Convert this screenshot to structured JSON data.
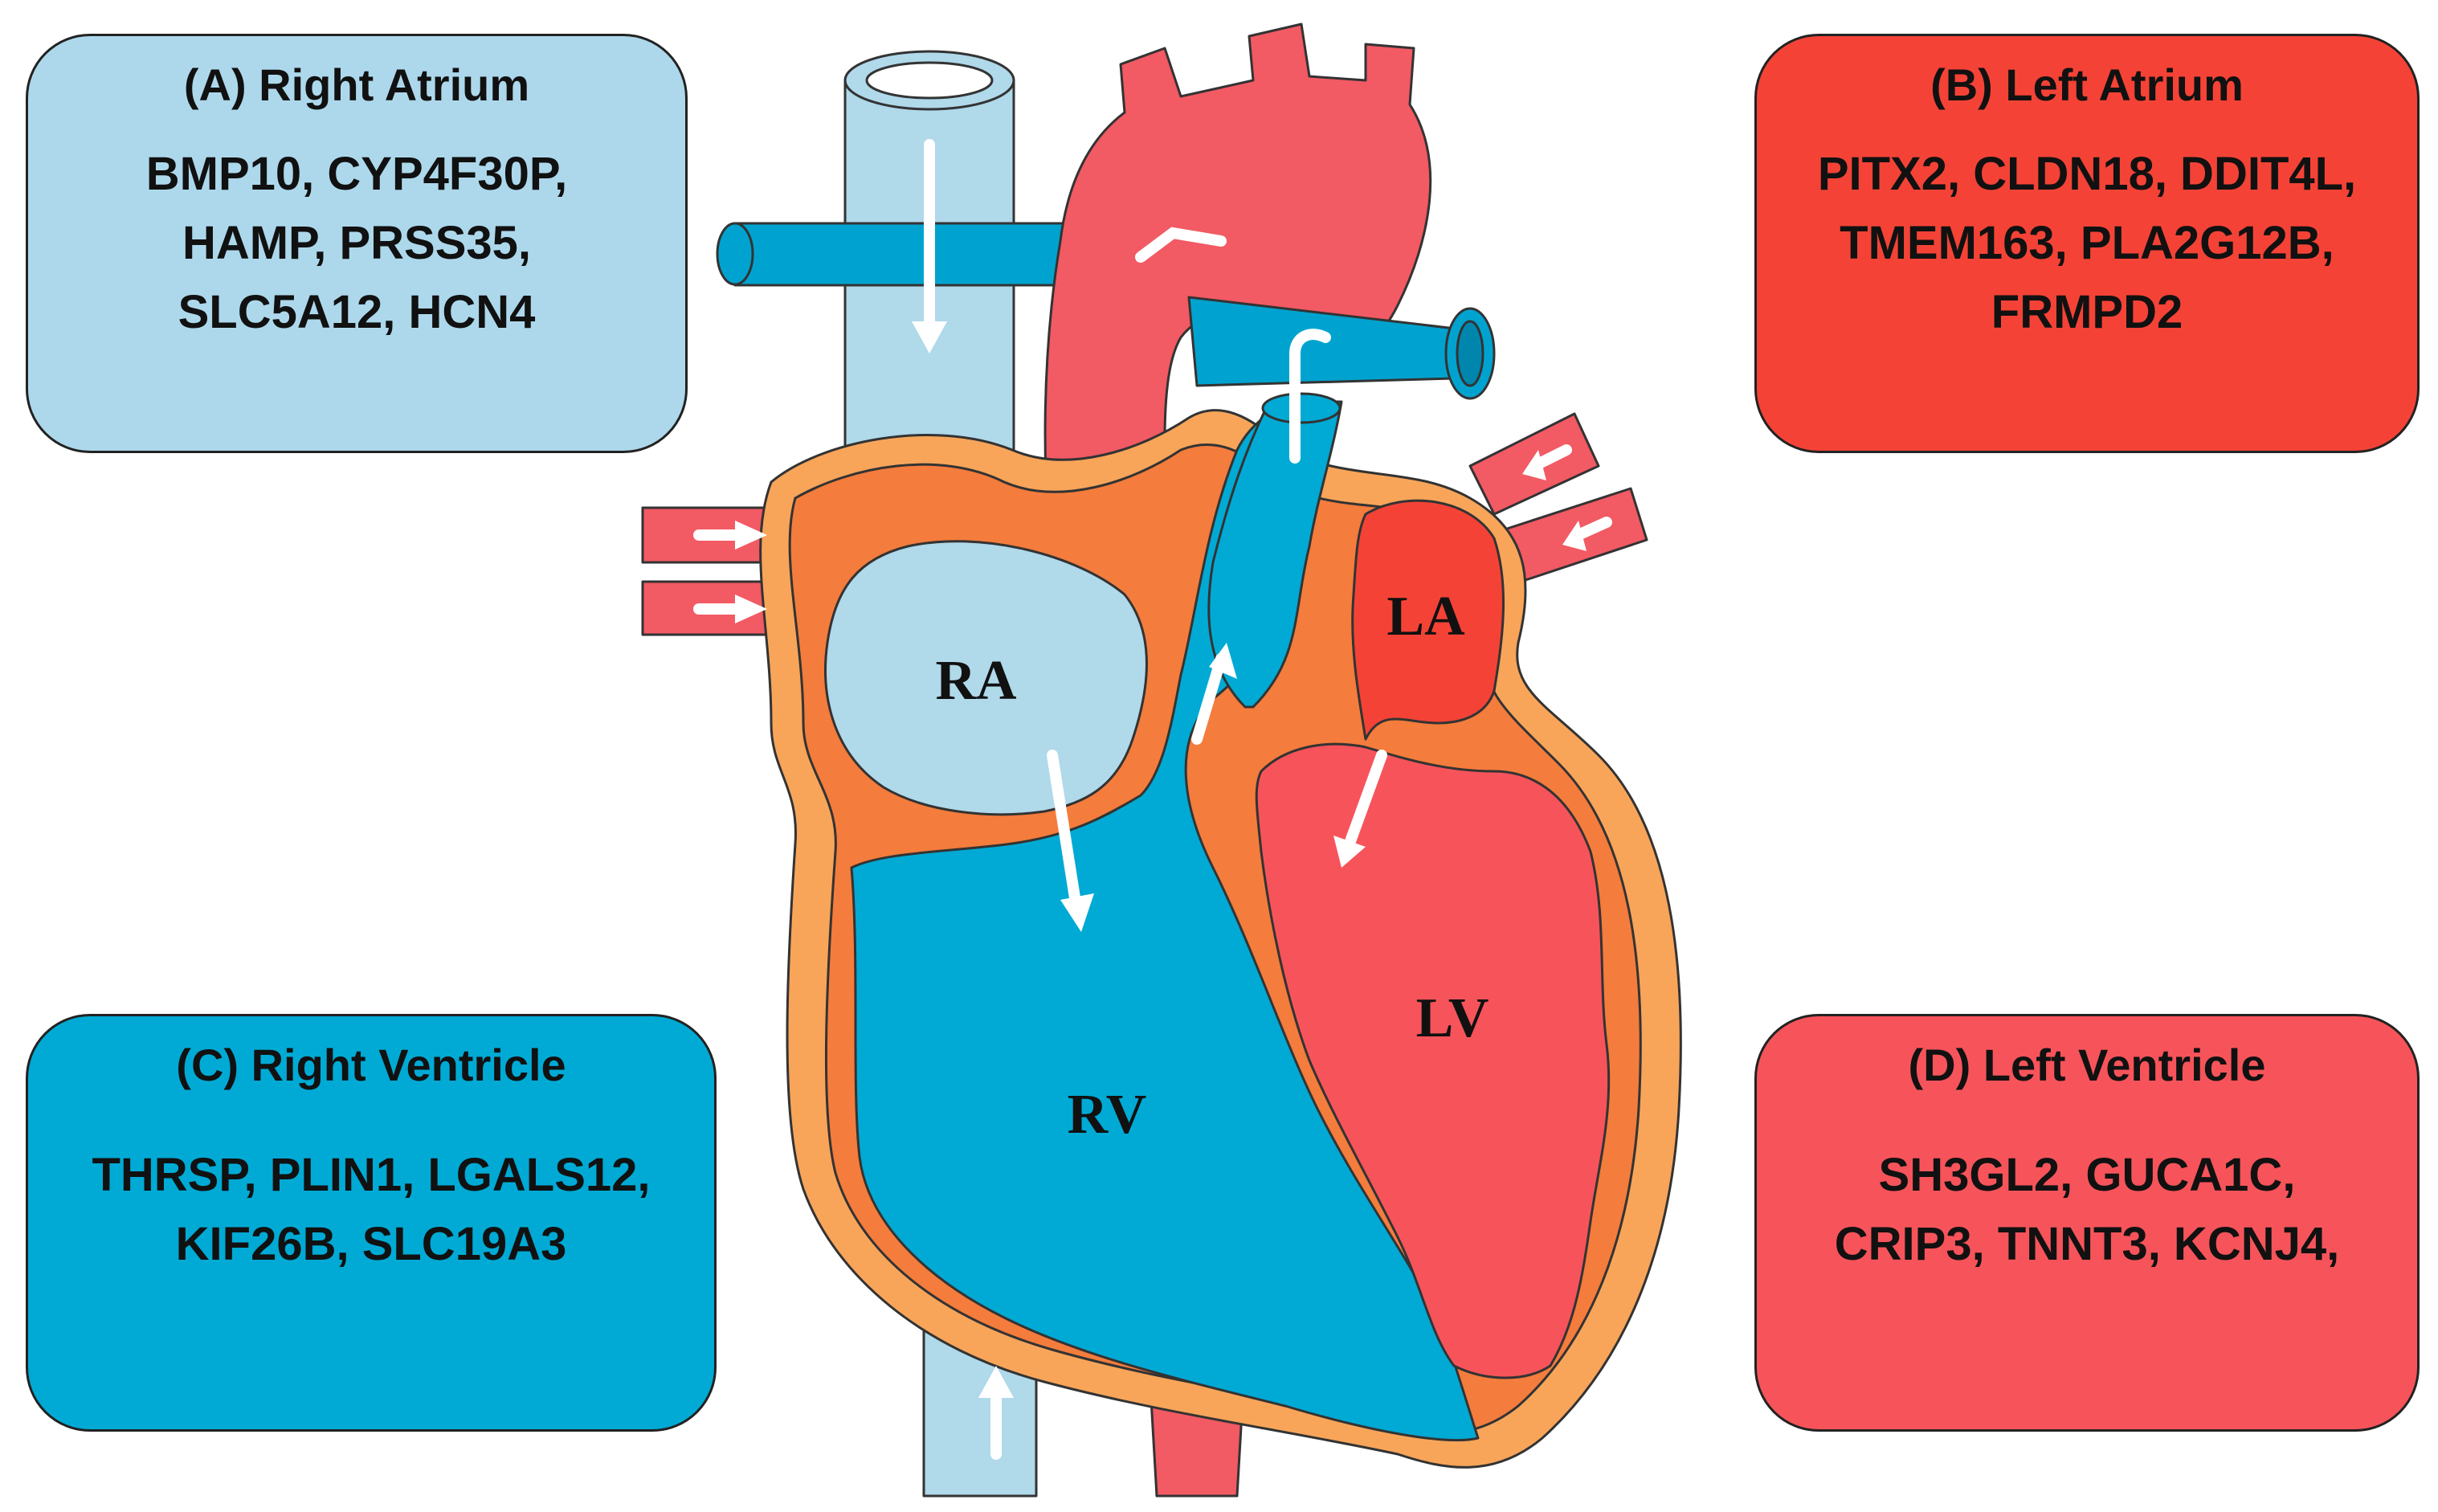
{
  "colors": {
    "right_atrium": "#add8ec",
    "left_atrium": "#f44336",
    "right_ventricle": "#00aad5",
    "left_ventricle": "#f6545a",
    "myocardium_outer": "#f8a55a",
    "myocardium_inner": "#f47c3c",
    "vein_dark": "#00a3cf",
    "vena_cava": "#b0d9ea",
    "artery": "#f25a64"
  },
  "boxes": {
    "a": {
      "title": "(A) Right Atrium",
      "genes": "BMP10, CYP4F30P,\nHAMP, PRSS35,\nSLC5A12, HCN4"
    },
    "b": {
      "title": "(B) Left Atrium",
      "genes": "PITX2, CLDN18, DDIT4L,\nTMEM163, PLA2G12B,\nFRMPD2"
    },
    "c": {
      "title": "(C) Right Ventricle",
      "genes": "THRSP, PLIN1, LGALS12,\nKIF26B, SLC19A3"
    },
    "d": {
      "title": "(D) Left Ventricle",
      "genes": "SH3GL2, GUCA1C,\nCRIP3, TNNT3, KCNJ4,"
    }
  },
  "chambers": {
    "ra": "RA",
    "la": "LA",
    "rv": "RV",
    "lv": "LV"
  }
}
